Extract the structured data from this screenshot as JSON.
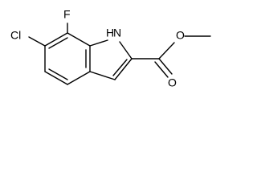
{
  "molecule": {
    "labels": {
      "chlorine": "Cl",
      "fluorine": "F",
      "nh": "H",
      "nitrogen": "N",
      "oxygen_carbonyl": "O",
      "oxygen_ether": "O"
    },
    "colors": {
      "bond": "#000000",
      "text": "#000000",
      "background": "#ffffff"
    }
  }
}
